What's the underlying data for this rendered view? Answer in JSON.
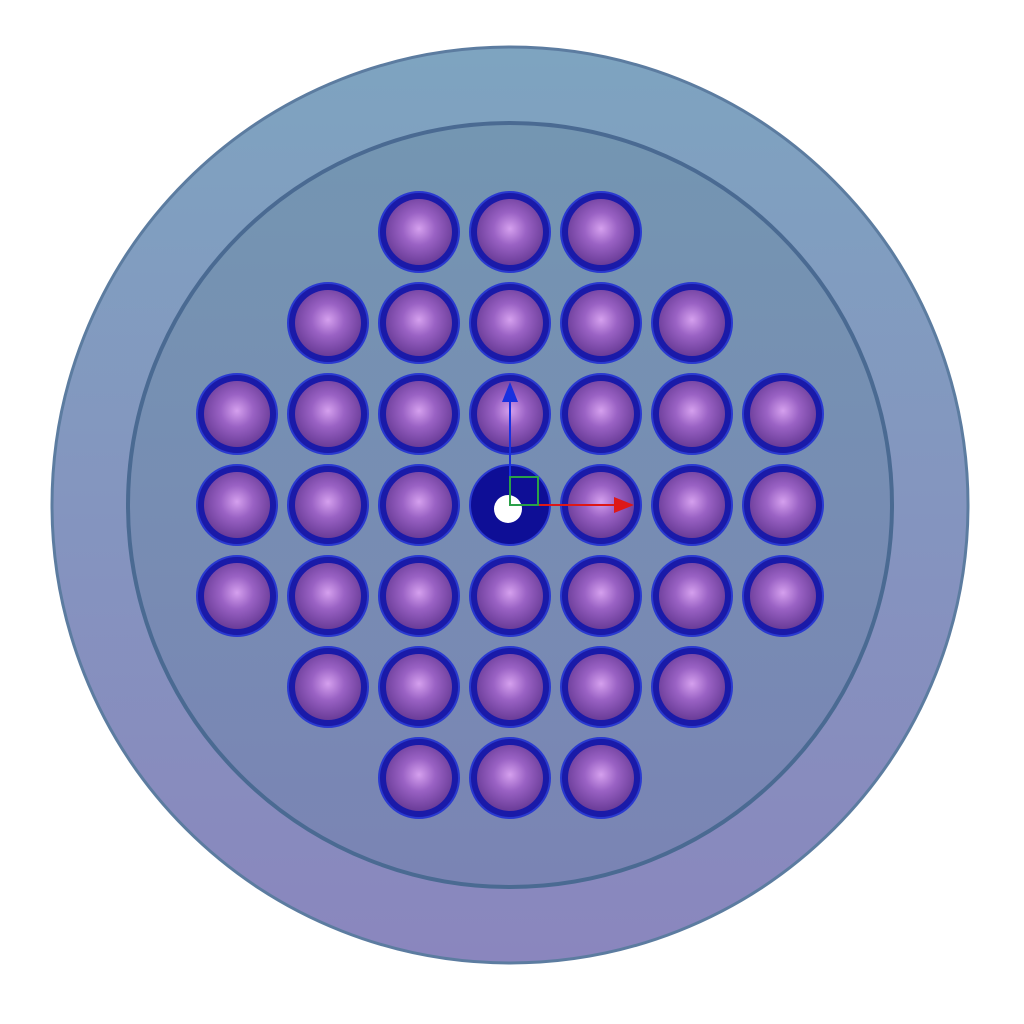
{
  "assembly": {
    "outer_vessel_color_top": "#7ea4c0",
    "outer_vessel_color_bottom": "#8a86be",
    "inner_region_color_top": "#7496b2",
    "inner_region_color_bottom": "#7a84b4",
    "boundary_line_color": "#4a6a92",
    "pin_rows": [
      3,
      5,
      7,
      7,
      7,
      5,
      3
    ],
    "center_channel": {
      "row": 3,
      "col": 3
    },
    "pin_colors": {
      "cladding": "#1a1aa8",
      "fuel_highlight": "#d5a0ee",
      "fuel_mid": "#9a62c4",
      "fuel_edge": "#6a3c98"
    }
  },
  "axes": {
    "x_axis": {
      "color": "#dd1818",
      "icon": "x-axis-arrow"
    },
    "y_axis": {
      "color": "#1830e0",
      "icon": "y-axis-arrow"
    },
    "origin_marker": {
      "color": "#2aa048",
      "icon": "origin-square"
    }
  }
}
